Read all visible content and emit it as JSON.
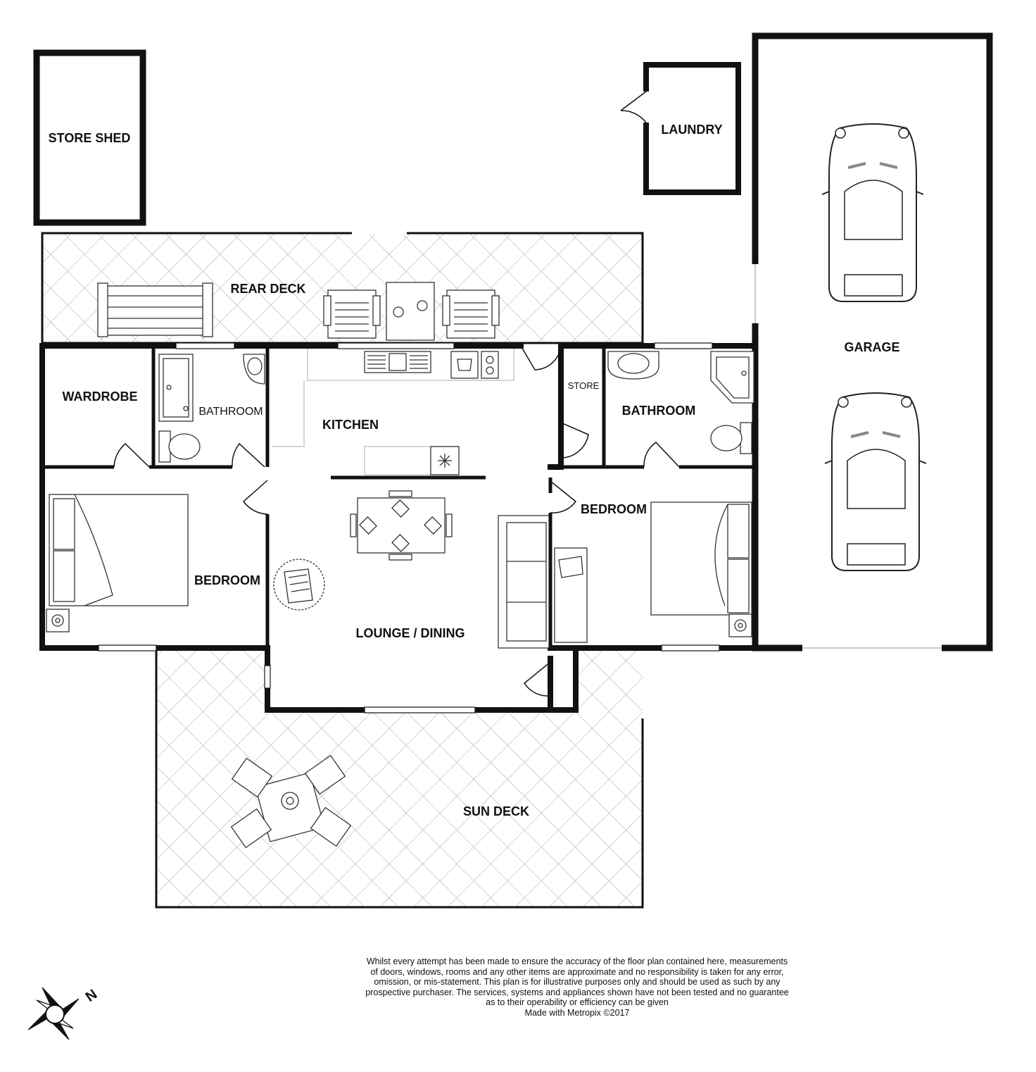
{
  "rooms": {
    "store_shed": "STORE SHED",
    "laundry": "LAUNDRY",
    "garage": "GARAGE",
    "rear_deck": "REAR DECK",
    "wardrobe": "WARDROBE",
    "bathroom_left": "BATHROOM",
    "kitchen": "KITCHEN",
    "store": "STORE",
    "bathroom_right": "BATHROOM",
    "bedroom_left": "BEDROOM",
    "bedroom_right": "BEDROOM",
    "lounge_dining": "LOUNGE / DINING",
    "sun_deck": "SUN DECK"
  },
  "disclaimer": {
    "lines": [
      "Whilst every attempt has been made to ensure the accuracy of the floor plan contained here, measurements",
      "of doors, windows, rooms and any other items are approximate and no responsibility is taken for any error,",
      "omission, or mis-statement. This plan is for illustrative purposes only and should be used as such by any",
      "prospective purchaser. The services, systems and appliances shown have not been tested and no guarantee",
      "as to their operability or efficiency can be given"
    ],
    "credit": "Made with Metropix ©2017"
  },
  "compass": {
    "label": "N",
    "icon": "compass-rose-icon"
  },
  "colors": {
    "wall": "#111111",
    "deck_hatch": "#b5b5b5",
    "line": "#222222"
  }
}
